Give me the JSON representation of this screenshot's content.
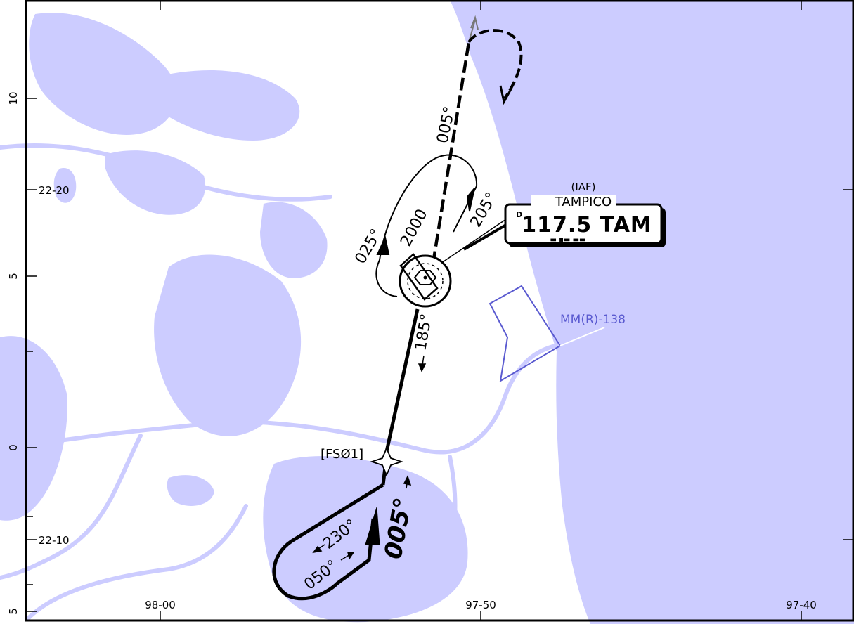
{
  "grid": {
    "lat_labels": [
      "10",
      "22-20",
      "5",
      "0",
      "22-10",
      "5"
    ],
    "lon_labels": [
      "98-00",
      "97-50",
      "97-40"
    ]
  },
  "navaid": {
    "role": "(IAF)",
    "name": "TAMPICO",
    "dme_flag": "D",
    "frequency": "117.5 TAM",
    "morse": "▬ ▪▬ ▬▬"
  },
  "fix": {
    "name": "[FSØ1]"
  },
  "airspace": {
    "name": "MM(R)-138"
  },
  "courses": {
    "missed": "005°",
    "hold_in": "205°",
    "hold_out": "025°",
    "hold_alt": "2000",
    "outbound_radial": "185°",
    "pt_out": "230°",
    "pt_in": "050°",
    "final": "005°"
  },
  "colors": {
    "water": "#ccccff",
    "land": "#ffffff",
    "track": "#000000",
    "airspace_line": "#5a5ad0"
  }
}
